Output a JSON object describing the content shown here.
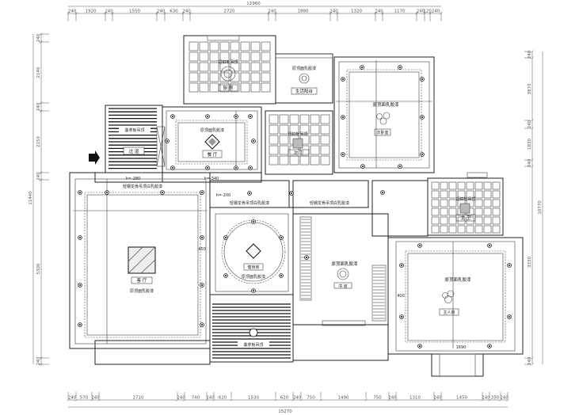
{
  "dimensions": {
    "top_total": "12960",
    "top": [
      "240",
      "1920",
      "240",
      "1550",
      "240",
      "630",
      "240",
      "2720",
      "240",
      "1880",
      "240",
      "1320",
      "240",
      "1170",
      "240",
      "120",
      "240"
    ],
    "bottom_total": "15270",
    "bottom": [
      "240",
      "570",
      "240",
      "2710",
      "240",
      "740",
      "240",
      "620",
      "1530",
      "620",
      "240",
      "750",
      "1490",
      "750",
      "240",
      "1310",
      "240",
      "1450",
      "240",
      "350",
      "240"
    ],
    "left_total": "11440",
    "left": [
      "240",
      "2140",
      "240",
      "2150",
      "240",
      "5300",
      "240"
    ],
    "right_total": "10770",
    "right": [
      "240",
      "3870",
      "240",
      "1830",
      "240",
      "3330",
      "240"
    ]
  },
  "rooms": {
    "kitchen": "厨 房",
    "balcony": "生活阳台",
    "dining": "餐 厅",
    "corridor": "过 道",
    "second_bath": "次 卫",
    "second_bedroom": "次卧室",
    "living": "客 厅",
    "gym": "健身房",
    "study": "书 房",
    "master_bath": "主 卫",
    "master_bedroom": "主人房"
  },
  "ceiling_notes": {
    "kitchen": "铝扣板吊顶",
    "balcony": "原顶面乳胶漆",
    "dining": "原顶面乳胶漆",
    "second_bath": "铝扣板吊顶",
    "second_bedroom": "原顶面乳胶漆",
    "sauna_top": "桑拿板吊顶",
    "living_top": "轻钢龙骨吊顶白乳胶漆",
    "corridor_mid": "轻钢龙骨吊顶白乳胶漆",
    "living": "原顶面乳胶漆",
    "gym": "原顶面乳胶漆",
    "study": "原顶面乳胶漆",
    "master_bath": "铝扣板吊顶",
    "master_bedroom": "原顶面乳胶漆",
    "sauna_bottom": "桑拿板吊顶"
  },
  "heights": {
    "corridor": "h=-280",
    "dining": "h=-340",
    "hall": "h=-200"
  },
  "annotations": {
    "living_offset": "450",
    "master_offset": "400",
    "master_width": "1690"
  }
}
